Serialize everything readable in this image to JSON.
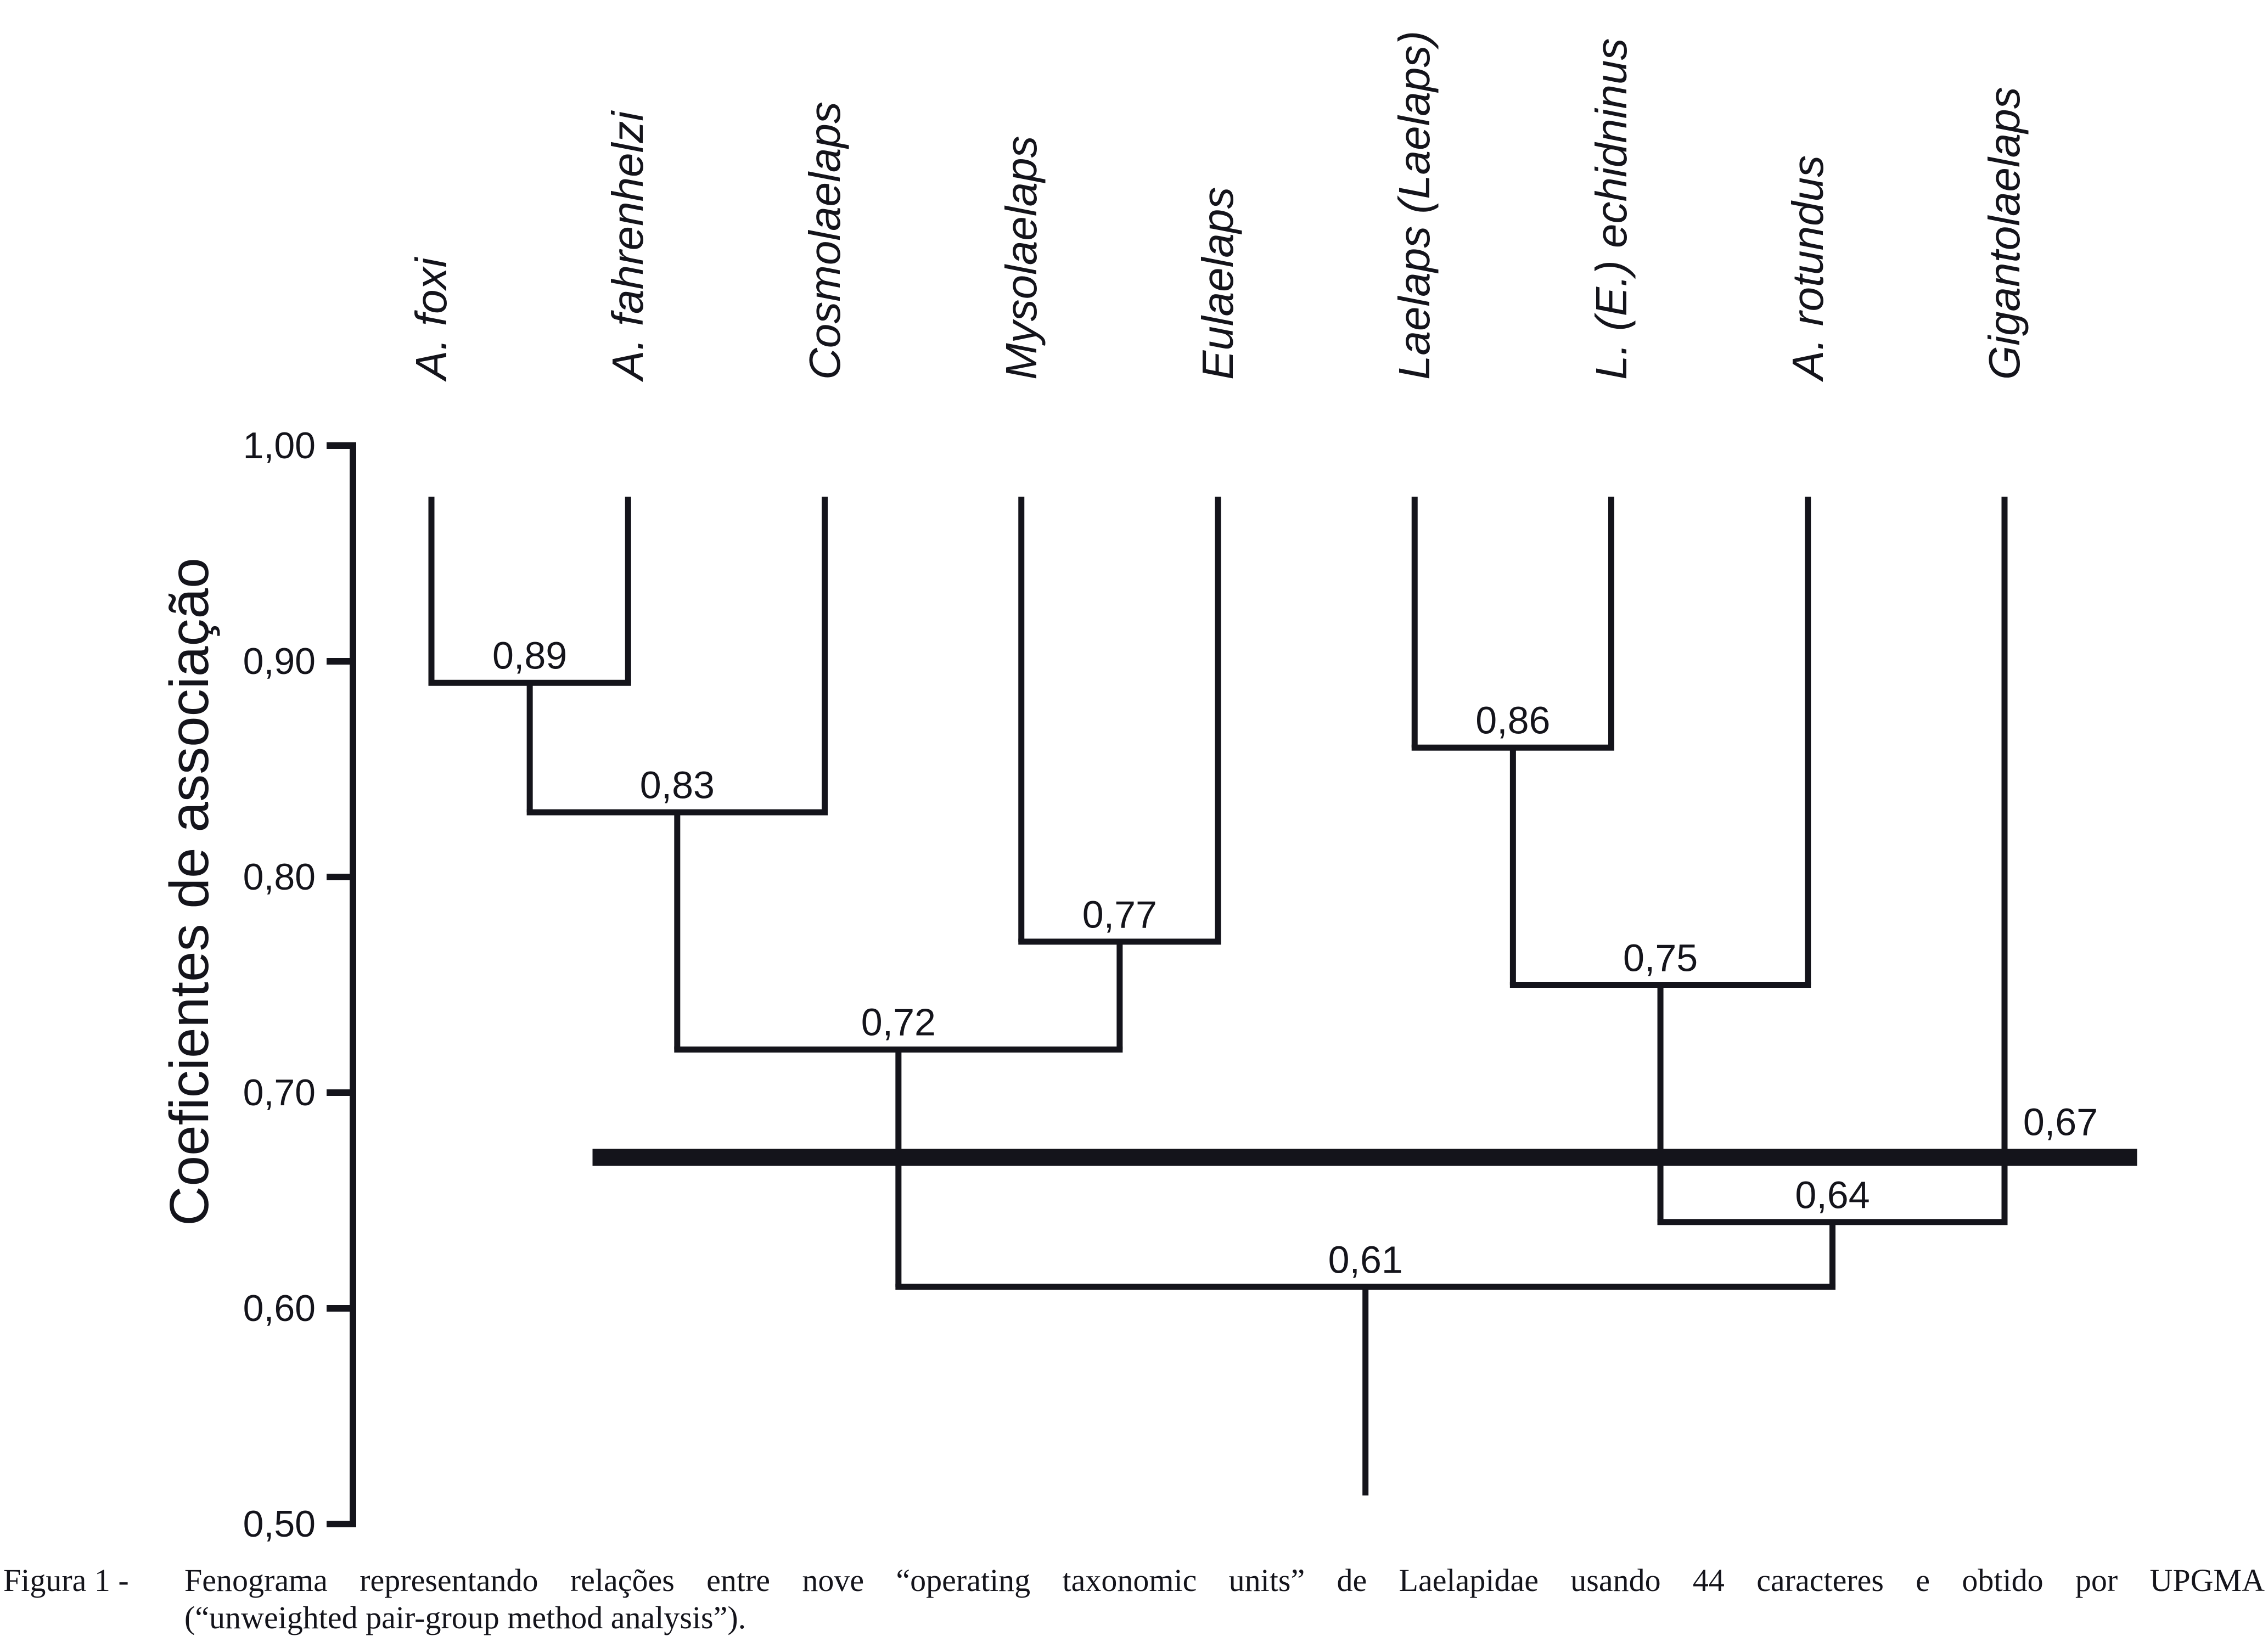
{
  "chart_data": {
    "type": "dendrogram",
    "axis_label": "Coeficientes de associação",
    "axis_ticks": [
      {
        "value": 1.0,
        "label": "1,00"
      },
      {
        "value": 0.9,
        "label": "0,90"
      },
      {
        "value": 0.8,
        "label": "0,80"
      },
      {
        "value": 0.7,
        "label": "0,70"
      },
      {
        "value": 0.6,
        "label": "0,60"
      },
      {
        "value": 0.5,
        "label": "0,50"
      }
    ],
    "axis_range": [
      0.5,
      1.0
    ],
    "taxa": [
      "A. foxi",
      "A. fahrenhelzi",
      "Cosmolaelaps",
      "Mysolaelaps",
      "Eulaelaps",
      "Laelaps (Laelaps)",
      "L. (E.) echidninus",
      "A. rotundus",
      "Gigantolaelaps"
    ],
    "merges": [
      {
        "id": "m1",
        "a": "t0",
        "b": "t1",
        "coefficient": 0.89,
        "label": "0,89"
      },
      {
        "id": "m2",
        "a": "m1",
        "b": "t2",
        "coefficient": 0.83,
        "label": "0,83"
      },
      {
        "id": "m3",
        "a": "t3",
        "b": "t4",
        "coefficient": 0.77,
        "label": "0,77"
      },
      {
        "id": "m4",
        "a": "m2",
        "b": "m3",
        "coefficient": 0.72,
        "label": "0,72"
      },
      {
        "id": "m5",
        "a": "t5",
        "b": "t6",
        "coefficient": 0.86,
        "label": "0,86"
      },
      {
        "id": "m6",
        "a": "m5",
        "b": "t7",
        "coefficient": 0.75,
        "label": "0,75"
      },
      {
        "id": "m7",
        "a": "m6",
        "b": "t8",
        "coefficient": 0.64,
        "label": "0,64"
      },
      {
        "id": "m8",
        "a": "m4",
        "b": "m7",
        "coefficient": 0.61,
        "label": "0,61"
      }
    ],
    "phenon_line": {
      "coefficient": 0.67,
      "label": "0,67"
    },
    "root_drop_to_coefficient": 0.513,
    "ink_color": "#14141b"
  },
  "caption": {
    "prefix": "Figura 1 -",
    "line1": "Fenograma representando relações entre nove “operating taxonomic units” de Laelapidae usando 44 caracteres e obtido por UPGMA",
    "line2": "(“unweighted pair-group method analysis”)."
  }
}
